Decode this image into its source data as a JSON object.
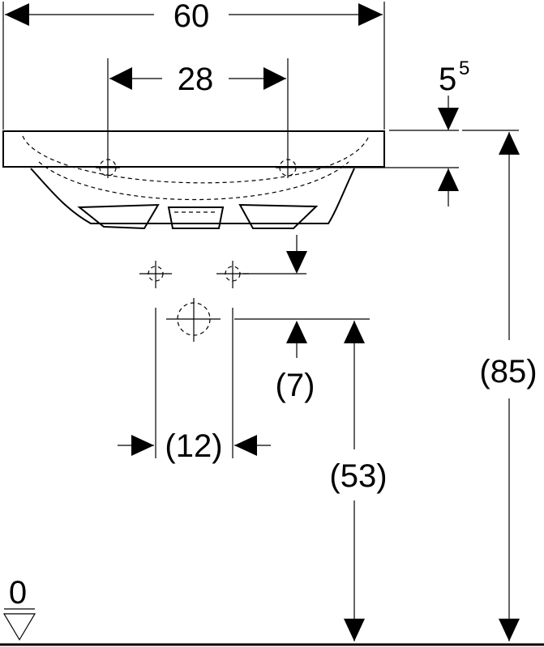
{
  "dimensions": {
    "overall_width": "60",
    "tap_hole_spacing": "28",
    "rim_thickness_base": "5",
    "rim_thickness_sup": "5",
    "drain_spacing": "(12)",
    "drain_offset": "(7)",
    "drain_height": "(53)",
    "total_height": "(85)",
    "floor_level": "0"
  }
}
